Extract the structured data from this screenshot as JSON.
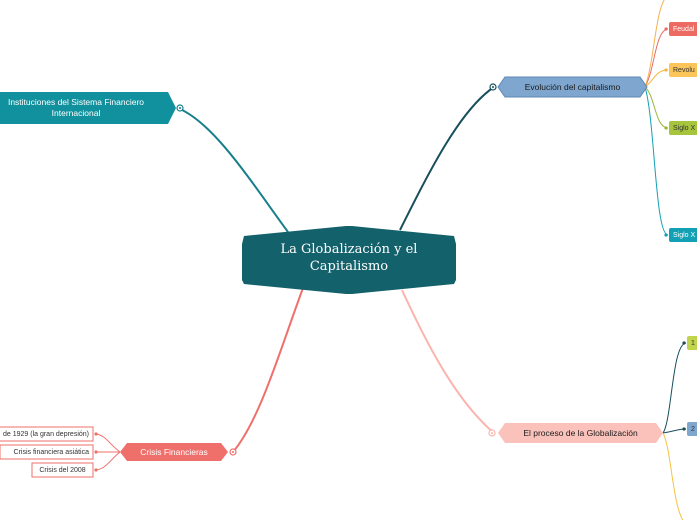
{
  "central": {
    "line1": "La Globalización y el",
    "line2": "Capitalismo"
  },
  "branches": {
    "instituciones": {
      "line1": "Instituciones del Sistema Financiero",
      "line2": "Internacional"
    },
    "evolucion": "Evolución del capitalismo",
    "crisis": "Crisis Financieras",
    "proceso": "El proceso de la Globalización"
  },
  "evolucion_children": [
    "Feudal",
    "Revolu",
    "Siglo X",
    "Siglo X"
  ],
  "proceso_children": [
    "1",
    "2"
  ],
  "crisis_children": [
    "de 1929 (la gran depresión)",
    "Crisis financiera asiática",
    "Crisis del 2008"
  ],
  "colors": {
    "central": "#13616b",
    "instituciones": "#11909d",
    "evolucion": "#7ea6cf",
    "crisis": "#ef706b",
    "proceso": "#fbbcb6",
    "feudal": "#ec6a62",
    "revolu": "#fbc55a",
    "siglo_green": "#a6c43c",
    "siglo_teal": "#13a0b5"
  }
}
